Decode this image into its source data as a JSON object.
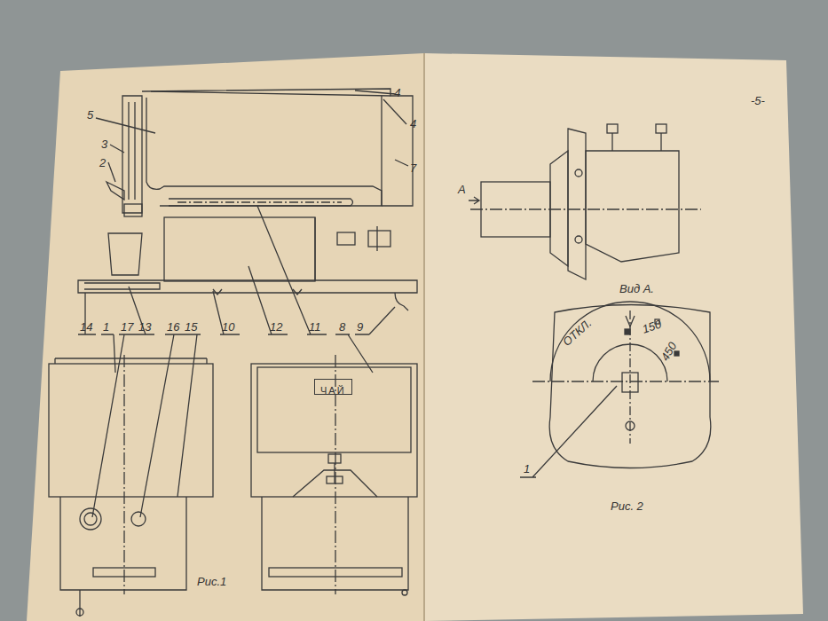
{
  "diagram": {
    "nodes": [
      {
        "text": [
          "ЧАЙ"
        ]
      }
    ],
    "labels": [
      "-4",
      "4",
      "7",
      "5",
      "3",
      "2",
      "14",
      "1",
      "17",
      "13",
      "16",
      "15",
      "10",
      "12",
      "11",
      "8",
      "9",
      "Рис.1",
      "-5-",
      "А",
      "Вид А.",
      "ОТКЛ.",
      "150",
      "450",
      "1",
      "Рис. 2"
    ]
  }
}
